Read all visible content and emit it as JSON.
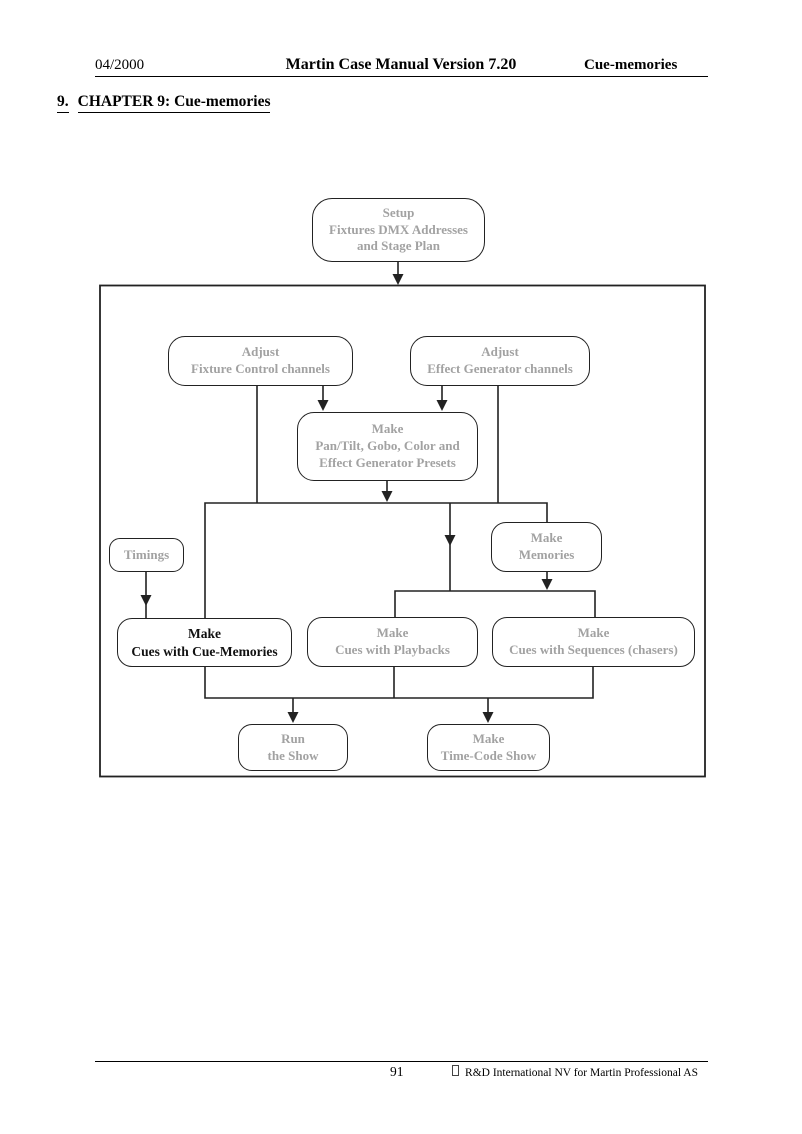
{
  "header": {
    "date": "04/2000",
    "title": "Martin Case Manual Version 7.20",
    "section": "Cue-memories"
  },
  "heading": {
    "number": "9.",
    "title": "CHAPTER 9: Cue-memories"
  },
  "footer": {
    "page_number": "91",
    "copyright": "R&D International NV for Martin Professional AS"
  },
  "diagram": {
    "colors": {
      "node_text": "#a2a2a2",
      "highlight_text": "#111111",
      "stroke": "#222222"
    },
    "nodes": {
      "setup": {
        "lines": [
          "Setup",
          "Fixtures DMX Addresses",
          "and Stage Plan"
        ]
      },
      "adjust_fixture": {
        "lines": [
          "Adjust",
          "Fixture Control channels"
        ]
      },
      "adjust_effect": {
        "lines": [
          "Adjust",
          "Effect Generator channels"
        ]
      },
      "make_presets": {
        "lines": [
          "Make",
          "Pan/Tilt, Gobo, Color and",
          "Effect Generator Presets"
        ]
      },
      "timings": {
        "lines": [
          "Timings"
        ]
      },
      "make_memories": {
        "lines": [
          "Make",
          "Memories"
        ]
      },
      "cues_cue_memories": {
        "lines": [
          "Make",
          "Cues with Cue-Memories"
        ]
      },
      "cues_playbacks": {
        "lines": [
          "Make",
          "Cues with Playbacks"
        ]
      },
      "cues_sequences": {
        "lines": [
          "Make",
          "Cues with Sequences (chasers)"
        ]
      },
      "run_show": {
        "lines": [
          "Run",
          "the Show"
        ]
      },
      "time_code_show": {
        "lines": [
          "Make",
          "Time-Code Show"
        ]
      }
    }
  }
}
